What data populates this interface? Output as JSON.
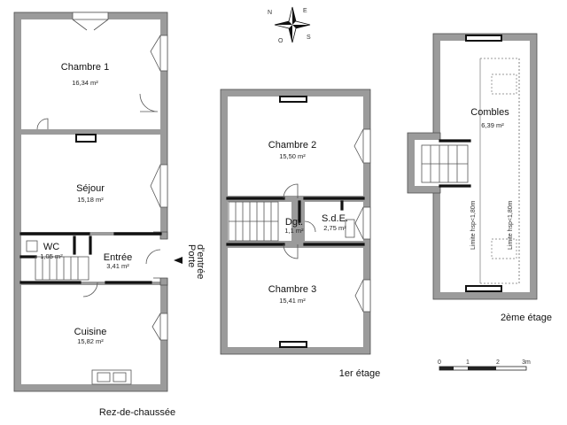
{
  "rooms": {
    "chambre1": {
      "name": "Chambre 1",
      "area": "16,34 m²"
    },
    "sejour": {
      "name": "Séjour",
      "area": "15,18 m²"
    },
    "wc": {
      "name": "WC",
      "area": "1,05 m²"
    },
    "entree": {
      "name": "Entrée",
      "area": "3,41 m²"
    },
    "cuisine": {
      "name": "Cuisine",
      "area": "15,82 m²"
    },
    "chambre2": {
      "name": "Chambre 2",
      "area": "15,50 m²"
    },
    "dgt": {
      "name": "Dgt.",
      "area": "1,1 m²"
    },
    "sde": {
      "name": "S.d.E.",
      "area": "2,75 m²"
    },
    "chambre3": {
      "name": "Chambre 3",
      "area": "15,41 m²"
    },
    "combles": {
      "name": "Combles",
      "area": "6,39 m²"
    }
  },
  "annotations": {
    "porte_line1": "Porte",
    "porte_line2": "d'entrée",
    "limite1": "Limite hsp<1,80m",
    "limite2": "Limite hsp<1,80m"
  },
  "floors": {
    "rdc": "Rez-de-chaussée",
    "etage1": "1er étage",
    "etage2": "2ème étage"
  },
  "scale": {
    "ticks": [
      "0",
      "1",
      "2",
      "3m"
    ]
  },
  "compass": {
    "n": "N",
    "e": "E",
    "s": "S",
    "o": "O"
  }
}
